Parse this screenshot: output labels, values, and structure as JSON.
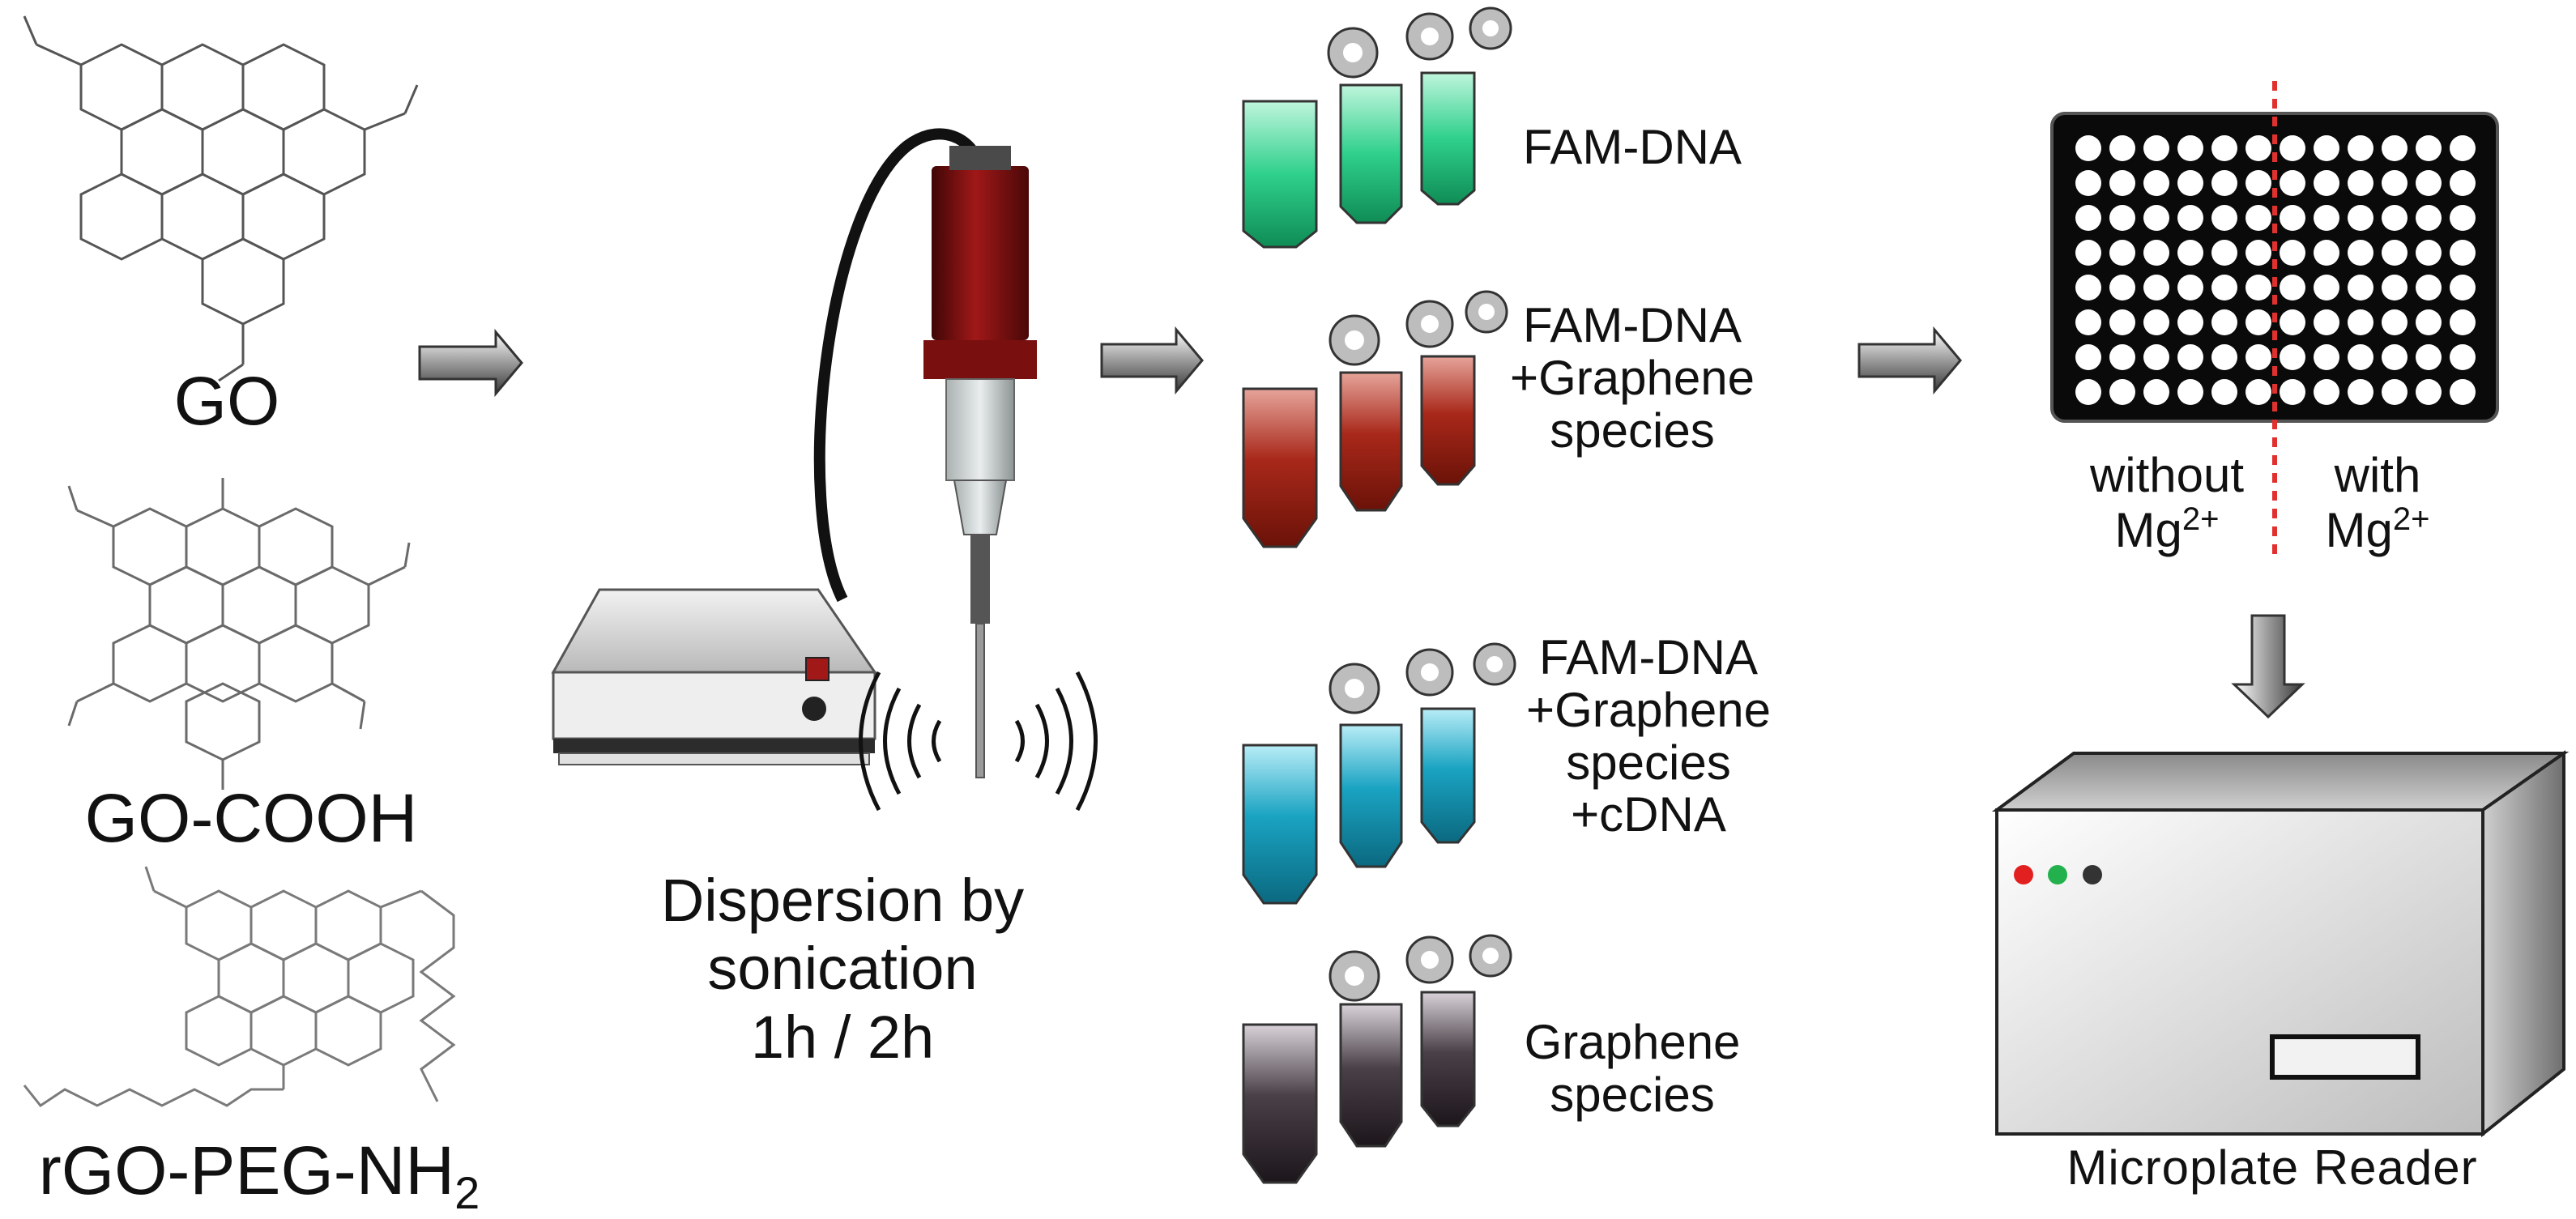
{
  "molecules": [
    {
      "name": "GO"
    },
    {
      "name": "GO-COOH"
    },
    {
      "name_main": "rGO-PEG-NH",
      "name_sub": "2"
    }
  ],
  "sonication": {
    "line1": "Dispersion by",
    "line2": "sonication",
    "line3": "1h / 2h"
  },
  "sample_groups": [
    {
      "lines": [
        "FAM-DNA"
      ],
      "color": "#2fd08c"
    },
    {
      "lines": [
        "FAM-DNA",
        "+Graphene",
        "species"
      ],
      "color": "#a8281a"
    },
    {
      "lines": [
        "FAM-DNA",
        "+Graphene",
        "species",
        "+cDNA"
      ],
      "color": "#1aa3c2"
    },
    {
      "lines": [
        "Graphene",
        "species"
      ],
      "color": "#4a4048"
    }
  ],
  "plate": {
    "left_label_1": "without",
    "left_label_2": "Mg",
    "right_label_1": "with",
    "right_label_2": "Mg",
    "ion_sup": "2+",
    "divider_color": "#e0312f"
  },
  "reader": {
    "label": "Microplate Reader",
    "led_colors": [
      "#e32020",
      "#22b14c",
      "#333333"
    ]
  }
}
